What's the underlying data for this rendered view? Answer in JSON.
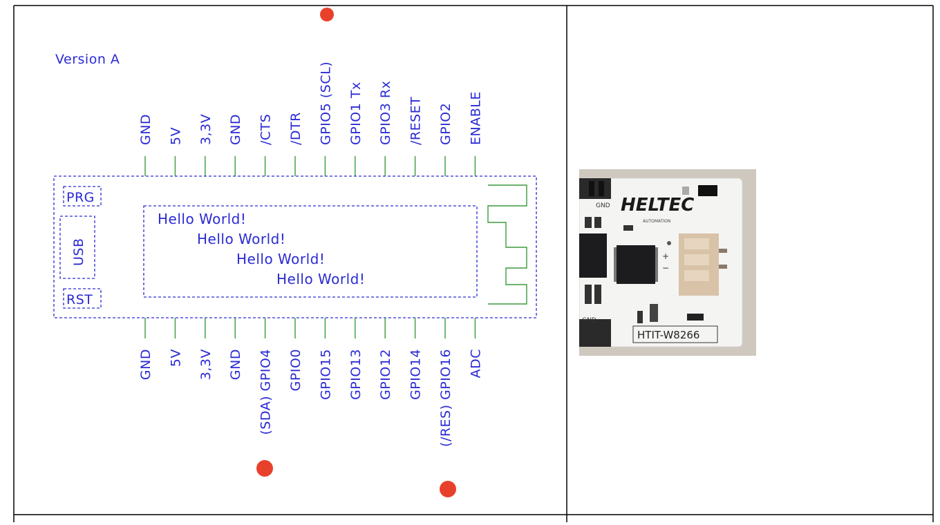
{
  "colors": {
    "schematic": "#2a2ad4",
    "antenna": "#3a9a3a",
    "pin_line": "#3a9a3a",
    "marker": "#e8412b",
    "table_border": "#000000",
    "board": "#f4f4f2",
    "chip": "#1c1c1e",
    "connector": "#d8c2a8"
  },
  "diagram": {
    "version_label": "Version A",
    "top_pins": [
      "GND",
      "5V",
      "3,3V",
      "GND",
      "/CTS",
      "/DTR",
      "GPIO5 (SCL)",
      "GPIO1 Tx",
      "GPIO3 Rx",
      "/RESET",
      "GPIO2",
      "ENABLE"
    ],
    "bottom_pins": [
      "GND",
      "5V",
      "3,3V",
      "GND",
      "(SDA) GPIO4",
      "GPIO0",
      "GPIO15",
      "GPIO13",
      "GPIO12",
      "GPIO14",
      "(/RES) GPIO16",
      "ADC"
    ],
    "side_labels": {
      "prg": "PRG",
      "usb": "USB",
      "rst": "RST"
    },
    "display_lines": [
      "Hello World!",
      "Hello World!",
      "Hello World!",
      "Hello World!"
    ]
  },
  "photo": {
    "brand": "HELTEC",
    "brand_sub": "AUTOMATION",
    "model": "HTIT-W8266",
    "gnd_top": "GND",
    "gnd_bottom": "GND"
  }
}
